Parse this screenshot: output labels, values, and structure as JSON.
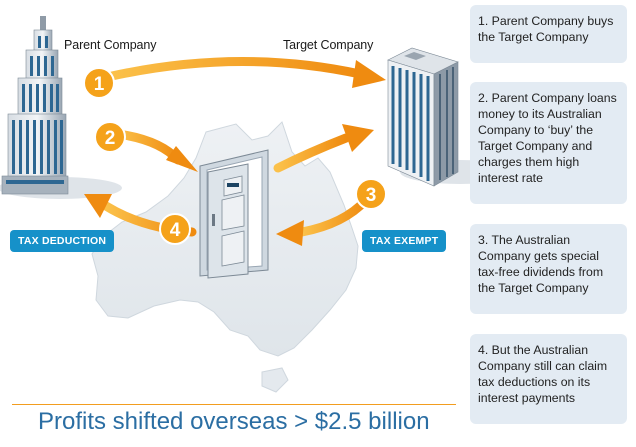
{
  "labels": {
    "parent": "Parent Company",
    "target": "Target Company",
    "tax_deduction": "TAX DEDUCTION",
    "tax_exempt": "TAX EXEMPT"
  },
  "arrows": [
    "1",
    "2",
    "3",
    "4"
  ],
  "steps": [
    "1. Parent Company buys the Target Company",
    "2. Parent Company loans money to its Australian Company to ‘buy’ the Target Company and charges them high interest rate",
    "3. The Australian Company gets special tax-free dividends from the Target Company",
    "4. But the Australian Company still can claim tax deductions on its interest payments"
  ],
  "footer": "Profits shifted overseas > $2.5 billion",
  "colors": {
    "arrow": "#f5a21a",
    "badge": "#1691c9",
    "panel": "#e3ebf3",
    "map": "#e8ecef",
    "footer_text": "#2b6ea3"
  }
}
